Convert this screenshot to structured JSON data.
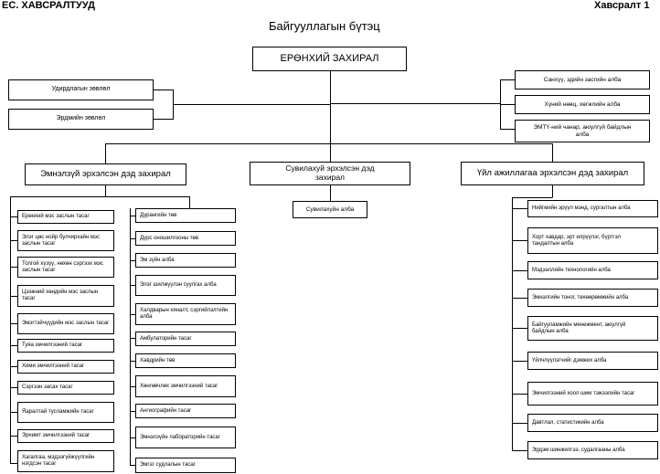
{
  "header": {
    "left": "ЕС. ХАВСРАЛТУУД",
    "right": "Хавсралт 1",
    "title": "Байгууллагын бүтэц"
  },
  "top": "ЕРӨНХИЙ ЗАХИРАЛ",
  "councils": [
    "Удирдлагын зөвлөл",
    "Эрдмийн зөвлөл"
  ],
  "right_units": [
    "Санхүү, эдийн засгийн алба",
    "Хүний нөөц, хөгжлийн алба",
    "ЭМТҮ-ний чанар, аюулгүй байдлын алба"
  ],
  "deputies": {
    "medical": "Эмнэлзүй эрхэлсэн дэд захирал",
    "nursing": "Сувилахуй эрхэлсэн дэд захирал",
    "operations": "Үйл ажиллагаа эрхэлсэн дэд захирал"
  },
  "nursing_unit": "Сувилахуйн алба",
  "medical_left": [
    "Ерөнхий мэс заслын тасаг",
    "Элэг цөс нойр булчирхайн мэс заслын  тасаг",
    "Толгой хүзүү,  нөхөн сэргээх мэс заслын тасаг",
    "Цээжний хөндийн мэс заслын тасаг",
    "Эмэгтэйчүүдийн мэс заслын тасаг",
    "Туяа эмчилгээний тасаг",
    "Хими эмчилгээний тасаг",
    "Сэргээн засах тасаг",
    "Яаралтай тусламжийн тасаг",
    "Эрчимт эмчилгээний тасаг",
    "Хагалгаа, мэдээгүйжүүлгийн нэгдсэн тасаг"
  ],
  "medical_right": [
    "Дурангийн төв",
    "Дүрс оношилгооны  төв",
    "Эм зүйн алба",
    "Элэг шилжүүлэн суулгах алба",
    "Халдварын хяналт, сэргийлэлтийн алба",
    "Амбулаторийн тасаг",
    "Хавдрийн төв",
    "Хөнгөвчлөх эмчилгээний тасаг",
    "Ангиографийн тасаг",
    "Эмнэлзүйн лабораторийн тасаг",
    "Эмгэг судлалын тасаг"
  ],
  "operations_units": [
    "Нийгмийн эрүүл мэнд, сургалтын алба",
    "Хорт хавдар, эрт илрүүлэг, бүртгэл тандалтын алба",
    "Мэдээллийн технологийн алба",
    "Эмнэлгийн тоног, төхөөрөмжийн алба",
    "Байгууламжийн менежмент, аюулгүй байдлын алба",
    "Үйлчлүүлэгчийг дэмжих алба",
    "Эмчилгээний хоол шим тэжээлийн тасаг",
    "Давтлал, статистикийн алба",
    "Эрдэм шинжилгээ, судалгааны алба"
  ]
}
